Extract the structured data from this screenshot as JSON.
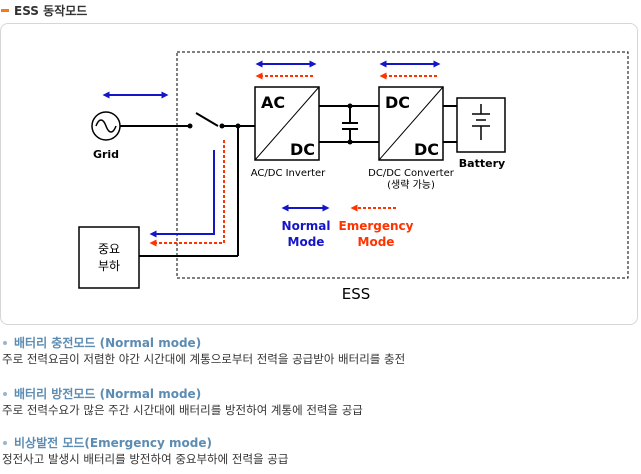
{
  "header": {
    "title": "ESS 동작모드"
  },
  "diagram": {
    "grid_label": "Grid",
    "load_label_line1": "중요",
    "load_label_line2": "부하",
    "acdc_top": "AC",
    "acdc_bottom": "DC",
    "acdc_caption": "AC/DC Inverter",
    "dcdc_top": "DC",
    "dcdc_bottom": "DC",
    "dcdc_caption_line1": "DC/DC Converter",
    "dcdc_caption_line2": "(생략 가능)",
    "battery_label": "Battery",
    "ess_label": "ESS",
    "legend": {
      "normal_line1": "Normal",
      "normal_line2": "Mode",
      "emergency_line1": "Emergency",
      "emergency_line2": "Mode"
    },
    "colors": {
      "normal": "#1515c8",
      "emergency": "#ff3300",
      "line": "#000000"
    }
  },
  "modes": [
    {
      "title": "배터리 충전모드 (Normal mode)",
      "desc": "주로 전력요금이 저렴한 야간 시간대에 계통으로부터 전력을 공급받아 배터리를 충전"
    },
    {
      "title": "배터리 방전모드 (Normal mode)",
      "desc": "주로 전력수요가 많은 주간 시간대에 배터리를 방전하여 계통에 전력을 공급"
    },
    {
      "title": "비상발전 모드(Emergency mode)",
      "desc": "정전사고 발생시 배터리를 방전하여 중요부하에 전력을 공급"
    }
  ]
}
